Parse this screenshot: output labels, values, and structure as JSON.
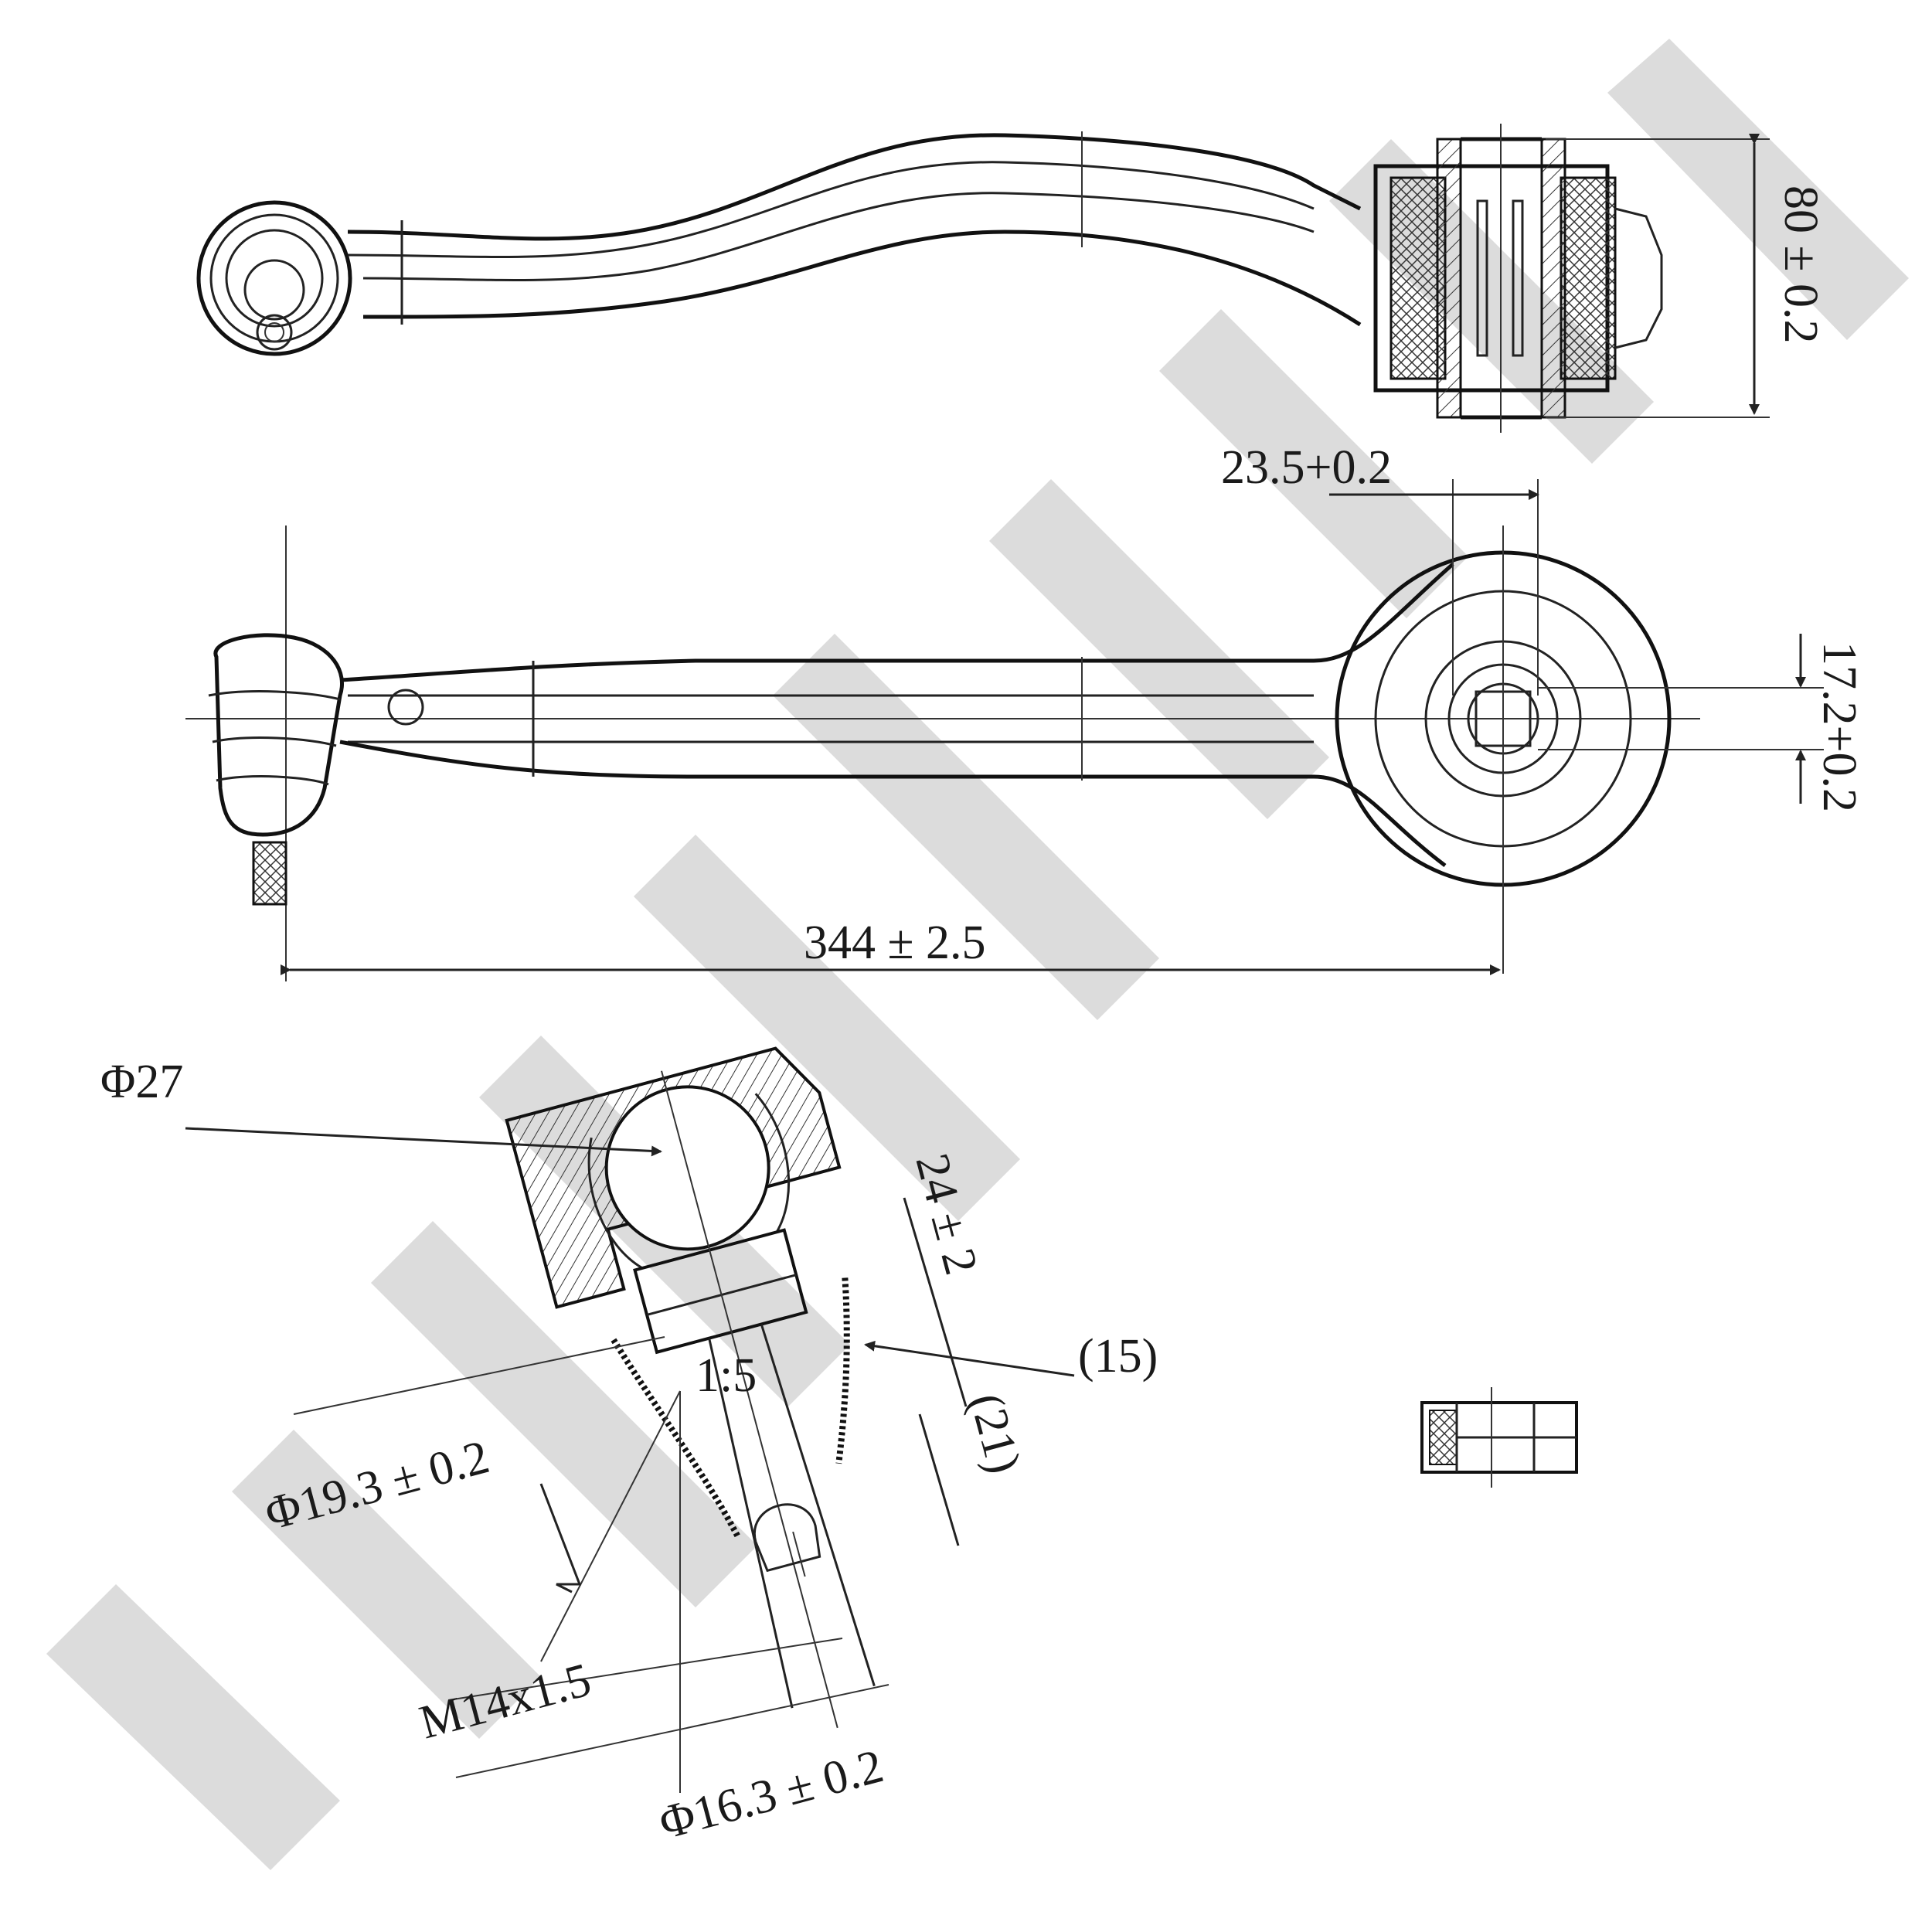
{
  "drawing": {
    "dimensions": {
      "height": "80 ± 0.2",
      "bushing_offset": "23.5+0.2",
      "bore": "17.2+0.2",
      "length": "344 ± 2.5",
      "ball_diameter": "Φ27",
      "ball_height": "24 ± 2",
      "ref_15": "(15)",
      "taper": "1:5",
      "ref_21": "(21)",
      "taper_large": "Φ19.3 ± 0.2",
      "thread": "M14x1.5",
      "taper_small": "Φ16.3 ± 0.2"
    },
    "colors": {
      "line": "#222222",
      "watermark": "#dcdcdc",
      "background": "#ffffff"
    }
  }
}
